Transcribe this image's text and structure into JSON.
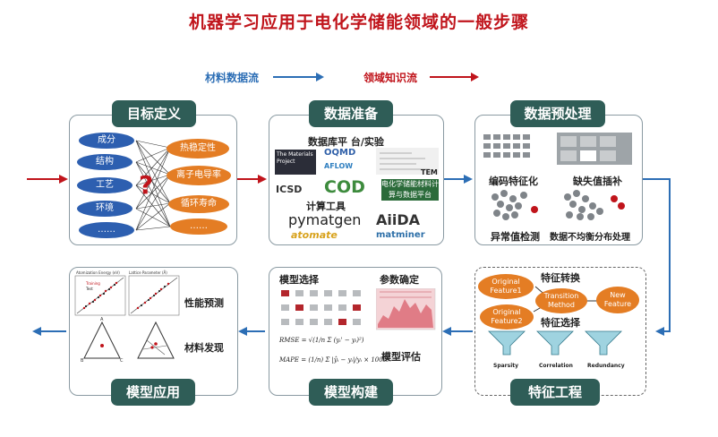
{
  "title": "机器学习应用于电化学储能领域的一般步骤",
  "legend": {
    "material_flow": "材料数据流",
    "domain_flow": "领域知识流"
  },
  "colors": {
    "tag_bg": "#2f5d57",
    "blue_arrow": "#2c6eb5",
    "red_arrow": "#c0141b",
    "ellipse_blue": "#2d5fb0",
    "ellipse_orange": "#e47d24"
  },
  "panels": {
    "target": {
      "tag": "目标定义",
      "inputs": [
        "成分",
        "结构",
        "工艺",
        "环境",
        "……"
      ],
      "question": "?",
      "outputs": [
        "热稳定性",
        "离子电导率",
        "循环寿命",
        "……"
      ]
    },
    "data": {
      "tag": "数据准备",
      "db_title": "数据库平 台/实验",
      "logos": {
        "mp": "The Materials Project",
        "oqmd": "OQMD",
        "aflow": "AFLOW",
        "icsd": "ICSD",
        "cod": "COD",
        "tem": "TEM",
        "echem": "电化学储能材料计算与数据平台"
      },
      "tools_title": "计算工具",
      "tools": {
        "pymatgen": "pymatgen",
        "aiida": "AiiDA",
        "atomate": "atomate",
        "matminer": "matminer"
      }
    },
    "preprocess": {
      "tag": "数据预处理",
      "items": [
        "编码特征化",
        "缺失值插补",
        "异常值检测",
        "数据不均衡分布处理"
      ]
    },
    "feature": {
      "tag": "特征工程",
      "transform_title": "特征转换",
      "original1": "Original Feature1",
      "original2": "Original Feature2",
      "method": "Transition Method",
      "new_feature": "New Feature",
      "select_title": "特征选择",
      "funnels": [
        "Sparsity",
        "Correlation",
        "Redundancy"
      ]
    },
    "model": {
      "tag": "模型构建",
      "select_title": "模型选择",
      "param_title": "参数确定",
      "rmse": "RMSE = √(1/n Σ (yᵢ' − yᵢ)²)",
      "mape": "MAPE = (1/n) Σ |ŷᵢ − yᵢ|/yᵢ × 100%",
      "eval_title": "模型评估"
    },
    "apply": {
      "tag": "模型应用",
      "plot1_title": "Atomization Energy (eV)",
      "plot2_title": "Lattice Parameter (Å)",
      "training": "Training",
      "test": "Test",
      "predict": "性能预测",
      "discover": "材料发现",
      "tri_labels": [
        "A",
        "B",
        "C"
      ]
    }
  }
}
